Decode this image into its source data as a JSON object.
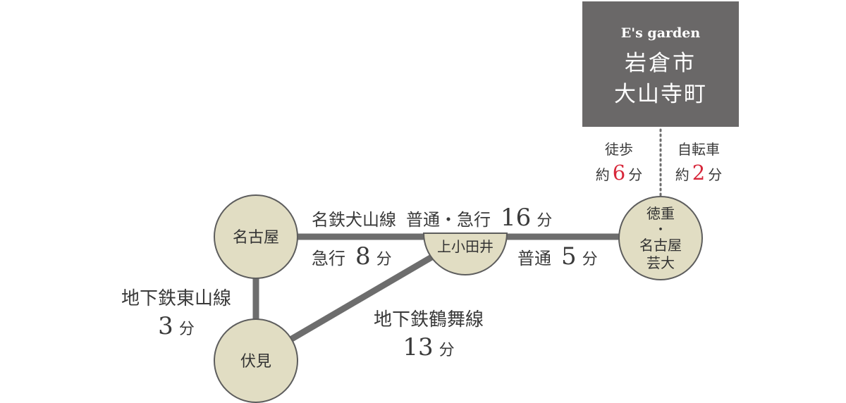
{
  "destination": {
    "brand": "E's garden",
    "city": "岩倉市",
    "town": "大山寺町"
  },
  "access": {
    "walk_label": "徒歩",
    "walk_prefix": "約",
    "walk_minutes": "6",
    "walk_unit": "分",
    "bike_label": "自転車",
    "bike_prefix": "約",
    "bike_minutes": "2",
    "bike_unit": "分"
  },
  "stations": {
    "nagoya": "名古屋",
    "fushimi": "伏見",
    "kamiotai": "上小田井",
    "tokushige_1": "徳重",
    "tokushige_dot": "・",
    "tokushige_2": "名古屋",
    "tokushige_3": "芸大"
  },
  "routes": {
    "meitetsu": {
      "name": "名鉄犬山線",
      "service": "普通・急行",
      "minutes": "16",
      "unit": "分"
    },
    "nagoya_kamiotai": {
      "service": "急行",
      "minutes": "8",
      "unit": "分"
    },
    "kamiotai_tokushige": {
      "service": "普通",
      "minutes": "5",
      "unit": "分"
    },
    "higashiyama": {
      "name": "地下鉄東山線",
      "minutes": "3",
      "unit": "分"
    },
    "tsurumai": {
      "name": "地下鉄鶴舞線",
      "minutes": "13",
      "unit": "分"
    }
  },
  "colors": {
    "line": "#6d6d6d",
    "station_fill": "#e1ddc3",
    "station_stroke": "#5d5d5d",
    "destination_box": "#6a6868",
    "highlight": "#d7273a"
  }
}
